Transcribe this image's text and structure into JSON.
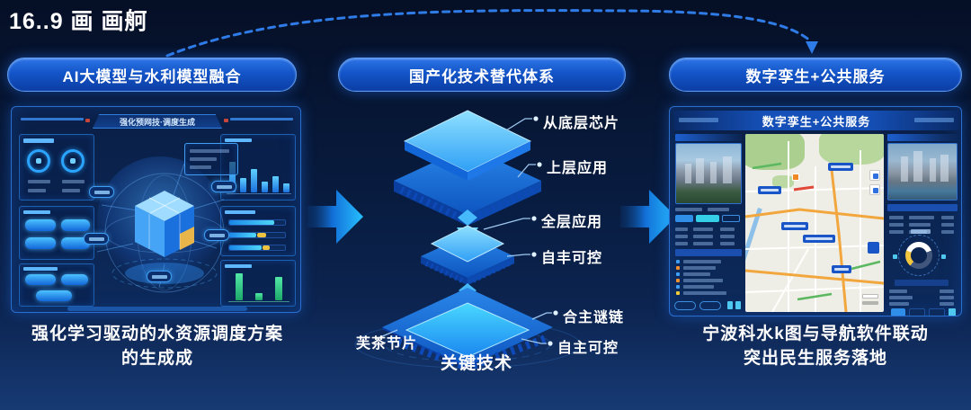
{
  "page": {
    "title": "16..9 画  画舸"
  },
  "colors": {
    "background_navy": "#081b3e",
    "header_blue_top": "#2d74e6",
    "header_blue_bottom": "#0c3da4",
    "arrow_cyan": "#23b4ff",
    "dashed_arrow_blue": "#2f7ce8",
    "chip_blue": "#1e86f0",
    "highlight_yellow": "#ecc23e",
    "bar_green": "#3fd890"
  },
  "panels": {
    "left": {
      "header": "AI大模型与水利模型融合",
      "dashboard_title": "强化预网技·调度生成",
      "caption": [
        "强化学习驱动的水资源调度方案",
        "的生成成"
      ]
    },
    "middle": {
      "header": "国产化技术替代体系",
      "labels": [
        "从底层芯片",
        "上层应用",
        "全层应用",
        "自丰可控",
        "合主谜链",
        "自主可控"
      ],
      "left_label": "芙茶节片",
      "bottom_label": "关键技术"
    },
    "right": {
      "header": "数字孪生+公共服务",
      "dashboard_title": "数字孪生+公共服务",
      "caption": [
        "宁波科水k图与导航软件联动",
        "突出民生服务落地"
      ]
    }
  }
}
